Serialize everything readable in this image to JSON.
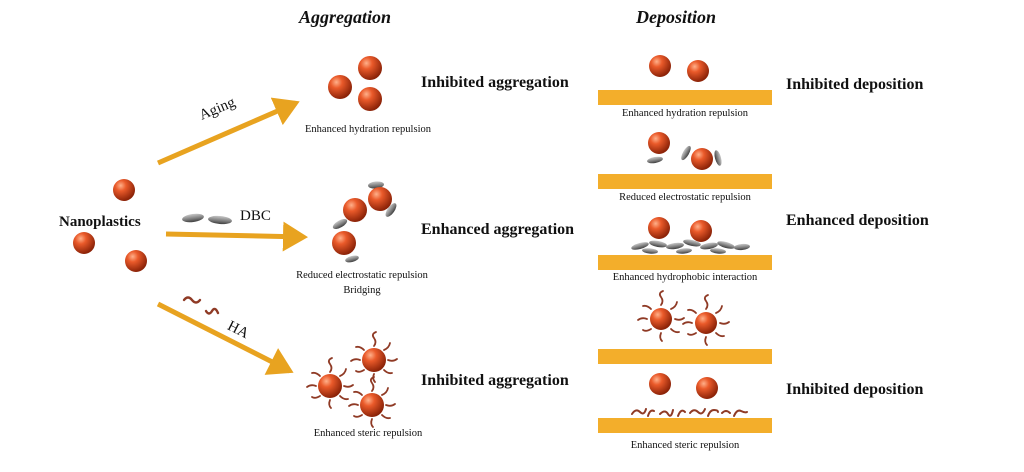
{
  "headers": {
    "aggregation": "Aggregation",
    "deposition": "Deposition"
  },
  "source_label": "Nanoplastics",
  "pathways": {
    "aging": {
      "label": "Aging",
      "caption": "Enhanced hydration repulsion",
      "result": "Inhibited aggregation"
    },
    "dbc": {
      "label": "DBC",
      "caption_line1": "Reduced electrostatic repulsion",
      "caption_line2": "Bridging",
      "result": "Enhanced aggregation"
    },
    "ha": {
      "label": "HA",
      "caption": "Enhanced steric repulsion",
      "result": "Inhibited aggregation"
    }
  },
  "deposition": {
    "panel1_caption": "Enhanced hydration repulsion",
    "panel2_caption": "Reduced electrostatic repulsion",
    "panel3_caption": "Enhanced hydrophobic interaction",
    "panel5_caption": "Enhanced steric repulsion",
    "result_top": "Inhibited deposition",
    "result_middle": "Enhanced deposition",
    "result_bottom": "Inhibited deposition"
  },
  "colors": {
    "arrow": "#E8A320",
    "particle": "#D8431B",
    "particle_dark": "#8C2308",
    "collector": "#F3AE2B",
    "flake": "#7A7A7A",
    "ha_strand": "#8F3A25"
  }
}
